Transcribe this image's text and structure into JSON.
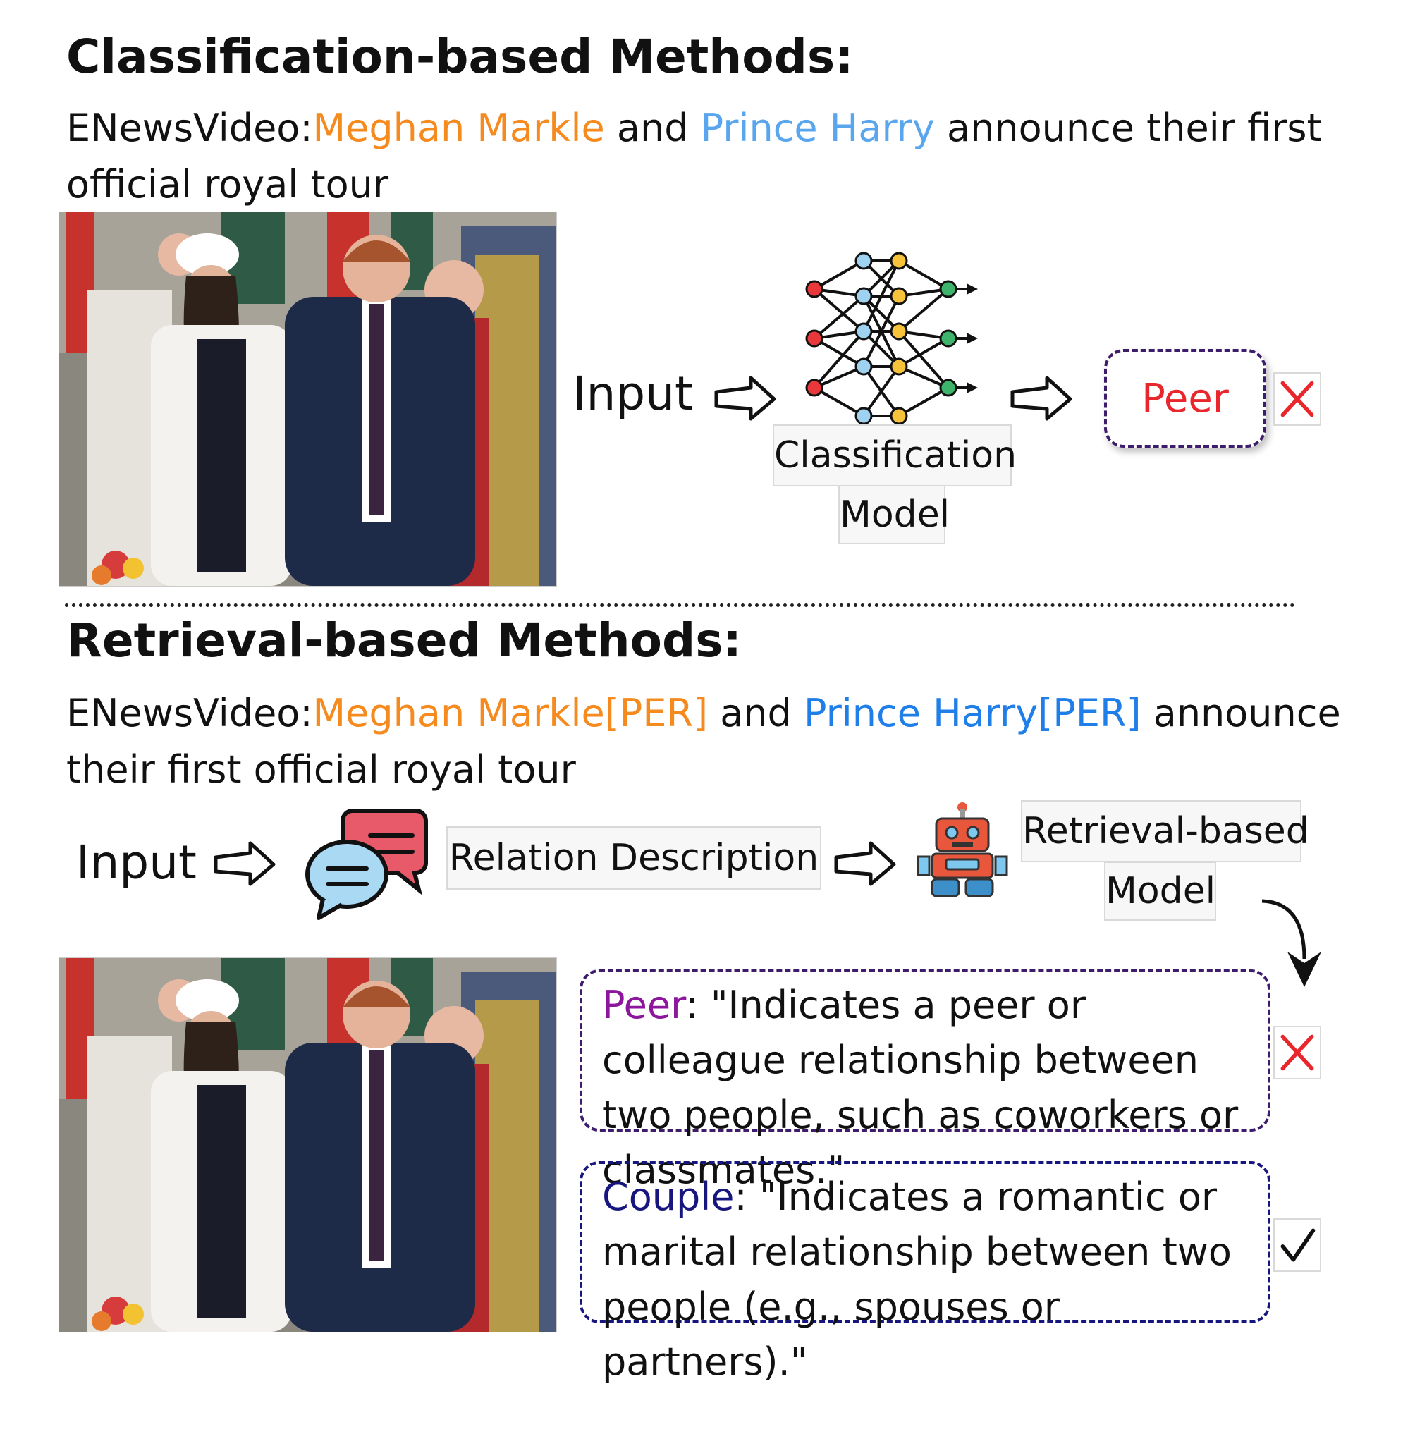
{
  "colors": {
    "orange": "#f58a1f",
    "light_blue": "#5aa6ee",
    "blue": "#1f7ee8",
    "red": "#e8262c",
    "purple": "#8c169c",
    "navy": "#16167e",
    "box_border": "#3c1c6b"
  },
  "classification": {
    "heading": "Classification-based Methods:",
    "caption": {
      "prefix": "ENewsVideo:",
      "entity1": "Meghan Markle",
      "and": " and ",
      "entity2": "Prince Harry",
      "rest": " announce their first official royal tour"
    },
    "input_label": "Input",
    "model_label_line1": "Classification",
    "model_label_line2": "Model",
    "prediction": "Peer",
    "result_icon": "cross-icon",
    "icons": [
      "photo",
      "arrow-right-icon",
      "neural-network-icon",
      "arrow-right-icon",
      "cross-icon"
    ]
  },
  "retrieval": {
    "heading": "Retrieval-based Methods:",
    "caption": {
      "prefix": "ENewsVideo:",
      "entity1": "Meghan Markle[PER]",
      "and": " and ",
      "entity2": "Prince Harry[PER]",
      "rest": " announce their first official royal tour"
    },
    "input_label": "Input",
    "relation_label": "Relation Description",
    "model_label_line1": "Retrieval-based",
    "model_label_line2": "Model",
    "icons": [
      "chat-bubbles-icon",
      "robot-icon",
      "curved-arrow-icon"
    ],
    "candidates": [
      {
        "name": "Peer",
        "text": ": \"Indicates a peer or colleague relationship between two people, such as coworkers or classmates.\"",
        "result_icon": "cross-icon"
      },
      {
        "name": "Couple",
        "text": ": \"Indicates a romantic or marital relationship between two people (e.g., spouses or partners).\"",
        "result_icon": "check-icon"
      }
    ]
  }
}
